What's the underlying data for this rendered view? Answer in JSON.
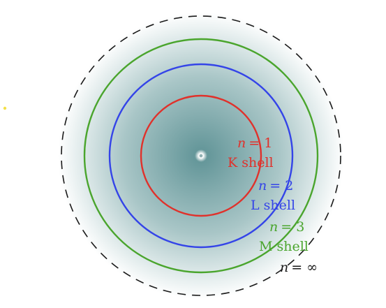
{
  "colors": {
    "background": "#ffffff",
    "halo_center": "#5f9396",
    "halo_mid": "#a9c6c7",
    "halo_edge": "#ffffff",
    "nucleus": "#ffffff",
    "k_shell": "#e0312b",
    "l_shell": "#3444e8",
    "m_shell": "#4aa52d",
    "infinity_shell": "#1a1a1a",
    "photon": "#f3e04a"
  },
  "shells": {
    "k": {
      "n_symbol": "n",
      "n_value": "= 1",
      "name": "K shell"
    },
    "l": {
      "n_symbol": "n",
      "n_value": "= 2",
      "name": "L shell"
    },
    "m": {
      "n_symbol": "n",
      "n_value": "= 3",
      "name": "M shell"
    },
    "infinity": {
      "n_symbol": "n",
      "n_value": "= ∞"
    }
  }
}
